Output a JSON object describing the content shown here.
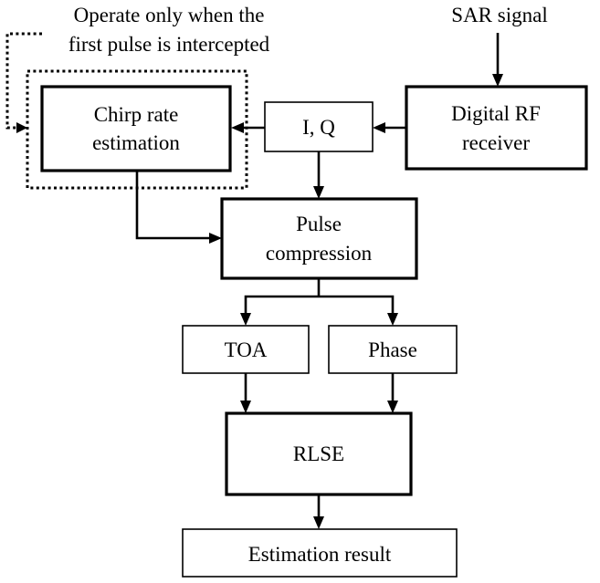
{
  "diagram": {
    "note": {
      "line1": "Operate only when the",
      "line2": "first pulse is intercepted"
    },
    "input_label": "SAR signal",
    "nodes": {
      "chirp": {
        "line1": "Chirp rate",
        "line2": "estimation"
      },
      "iq": {
        "label": "I, Q"
      },
      "receiver": {
        "line1": "Digital RF",
        "line2": "receiver"
      },
      "pulse": {
        "line1": "Pulse",
        "line2": "compression"
      },
      "toa": {
        "label": "TOA"
      },
      "phase": {
        "label": "Phase"
      },
      "rlse": {
        "label": "RLSE"
      },
      "result": {
        "label": "Estimation result"
      }
    },
    "colors": {
      "stroke": "#000000",
      "fill": "#ffffff",
      "background": "#ffffff"
    }
  }
}
